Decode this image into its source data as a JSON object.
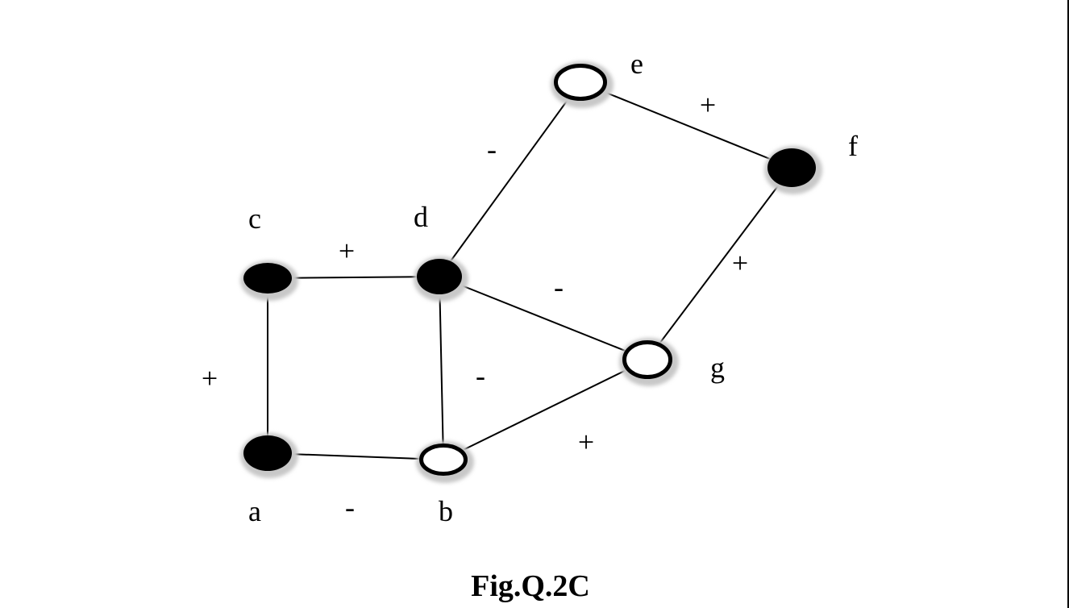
{
  "figure": {
    "caption": "Fig.Q.2C",
    "nodes": [
      {
        "id": "a",
        "label": "a",
        "fill": "black"
      },
      {
        "id": "b",
        "label": "b",
        "fill": "white"
      },
      {
        "id": "c",
        "label": "c",
        "fill": "black"
      },
      {
        "id": "d",
        "label": "d",
        "fill": "black"
      },
      {
        "id": "e",
        "label": "e",
        "fill": "white"
      },
      {
        "id": "f",
        "label": "f",
        "fill": "black"
      },
      {
        "id": "g",
        "label": "g",
        "fill": "white"
      }
    ],
    "edges": [
      {
        "from": "c",
        "to": "d",
        "sign": "+"
      },
      {
        "from": "c",
        "to": "a",
        "sign": "+"
      },
      {
        "from": "a",
        "to": "b",
        "sign": "-"
      },
      {
        "from": "d",
        "to": "b",
        "sign": "-"
      },
      {
        "from": "d",
        "to": "e",
        "sign": "-"
      },
      {
        "from": "d",
        "to": "g",
        "sign": "-"
      },
      {
        "from": "e",
        "to": "f",
        "sign": "+"
      },
      {
        "from": "f",
        "to": "g",
        "sign": "+"
      },
      {
        "from": "b",
        "to": "g",
        "sign": "+"
      }
    ]
  }
}
